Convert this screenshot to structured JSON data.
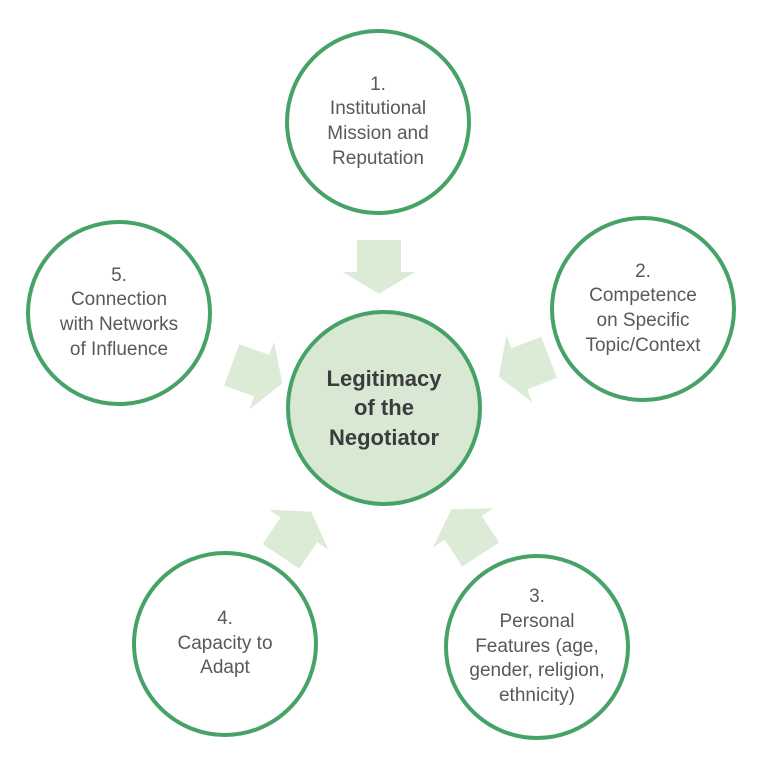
{
  "diagram": {
    "center": {
      "label": "Legitimacy\nof the\nNegotiator"
    },
    "nodes": [
      {
        "number": "1.",
        "label": "Institutional\nMission and\nReputation"
      },
      {
        "number": "2.",
        "label": "Competence\non Specific\nTopic/Context"
      },
      {
        "number": "3.",
        "label": "Personal\nFeatures (age,\ngender, religion,\nethnicity)"
      },
      {
        "number": "4.",
        "label": "Capacity to\nAdapt"
      },
      {
        "number": "5.",
        "label": "Connection\nwith Networks\nof Influence"
      }
    ],
    "arrows": [
      {
        "name": "arrow-node1-to-center",
        "direction": "down"
      },
      {
        "name": "arrow-node2-to-center",
        "direction": "down-left"
      },
      {
        "name": "arrow-node5-to-center",
        "direction": "down-right"
      },
      {
        "name": "arrow-node4-to-center",
        "direction": "up-right"
      },
      {
        "name": "arrow-node3-to-center",
        "direction": "up-left"
      }
    ],
    "colors": {
      "circle_stroke": "#47a268",
      "center_fill": "#d9e8d3",
      "arrow_fill": "#dcebd6",
      "node_text": "#59595b",
      "center_text": "#3b3c3e",
      "background": "#ffffff"
    }
  }
}
